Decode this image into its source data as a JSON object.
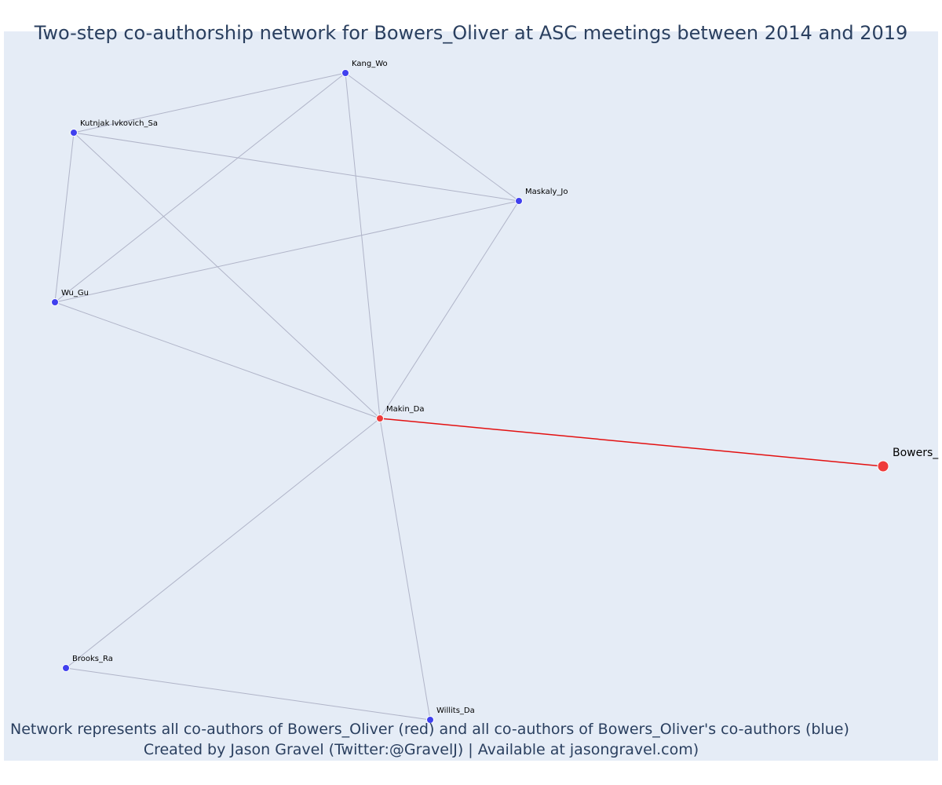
{
  "title": "Two-step co-authorship network for Bowers_Oliver at ASC meetings between 2014 and 2019",
  "caption": {
    "line1": "Network represents all co-authors of Bowers_Oliver (red) and all co-authors of Bowers_Oliver's co-authors (blue)",
    "line2": "Created by Jason Gravel (Twitter:@GravelJ) | Available at jasongravel.com)"
  },
  "colors": {
    "background": "#e5ecf6",
    "first_step": "#ef3b3b",
    "second_step": "#4040ee",
    "edge_default": "#b0b4c8",
    "edge_ego": "#e31010",
    "text": "#2a3f5f"
  },
  "nodes": [
    {
      "id": "Kang_Wo",
      "label": "Kang_Wo",
      "step": 2
    },
    {
      "id": "Kutnjak Ivkovich_Sa",
      "label": "Kutnjak Ivkovich_Sa",
      "step": 2
    },
    {
      "id": "Maskaly_Jo",
      "label": "Maskaly_Jo",
      "step": 2
    },
    {
      "id": "Wu_Gu",
      "label": "Wu_Gu",
      "step": 2
    },
    {
      "id": "Makin_Da",
      "label": "Makin_Da",
      "step": 1
    },
    {
      "id": "Bowers_Oliver",
      "label": "Bowers_",
      "step": 0
    },
    {
      "id": "Brooks_Ra",
      "label": "Brooks_Ra",
      "step": 2
    },
    {
      "id": "Willits_Da",
      "label": "Willits_Da",
      "step": 2
    }
  ],
  "edges": [
    [
      "Kang_Wo",
      "Kutnjak Ivkovich_Sa"
    ],
    [
      "Kang_Wo",
      "Maskaly_Jo"
    ],
    [
      "Kang_Wo",
      "Wu_Gu"
    ],
    [
      "Kang_Wo",
      "Makin_Da"
    ],
    [
      "Kutnjak Ivkovich_Sa",
      "Maskaly_Jo"
    ],
    [
      "Kutnjak Ivkovich_Sa",
      "Wu_Gu"
    ],
    [
      "Kutnjak Ivkovich_Sa",
      "Makin_Da"
    ],
    [
      "Maskaly_Jo",
      "Wu_Gu"
    ],
    [
      "Maskaly_Jo",
      "Makin_Da"
    ],
    [
      "Wu_Gu",
      "Makin_Da"
    ],
    [
      "Makin_Da",
      "Brooks_Ra"
    ],
    [
      "Makin_Da",
      "Willits_Da"
    ],
    [
      "Brooks_Ra",
      "Willits_Da"
    ],
    [
      "Makin_Da",
      "Bowers_Oliver"
    ]
  ]
}
